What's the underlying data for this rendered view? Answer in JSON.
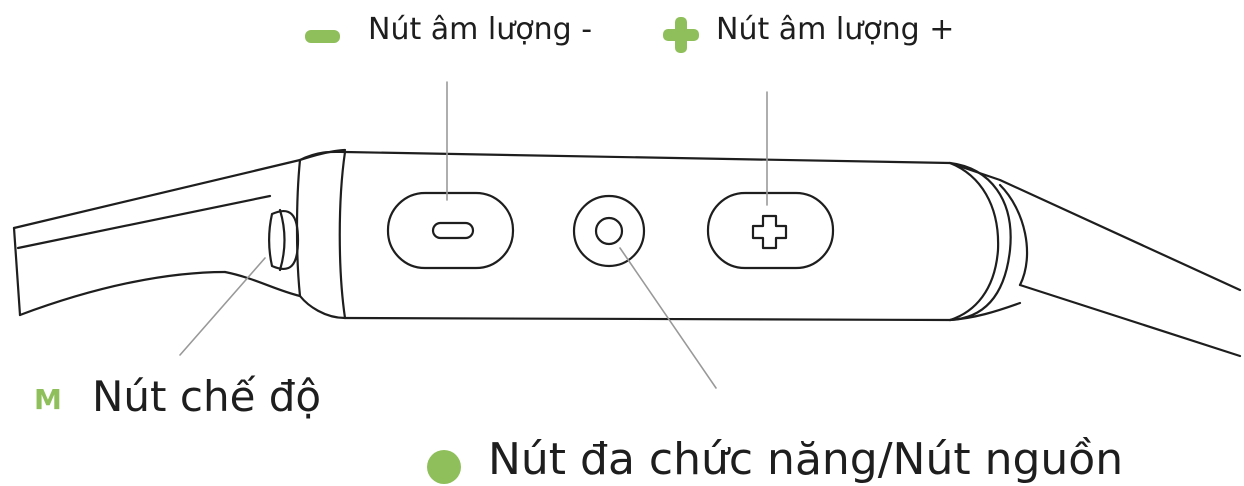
{
  "legend": {
    "volume_down": {
      "label": "Nút âm lượng -",
      "icon": "minus-icon"
    },
    "volume_up": {
      "label": "Nút âm lượng +",
      "icon": "plus-icon"
    },
    "mode": {
      "label": "Nút chế độ",
      "icon_text": "M"
    },
    "power": {
      "label": "Nút đa chức năng/Nút nguồn",
      "icon": "dot-icon"
    }
  },
  "colors": {
    "accent": "#8fbf5a",
    "outline": "#1e1e1e",
    "leader_line": "#999999",
    "text": "#1e1e1e"
  }
}
